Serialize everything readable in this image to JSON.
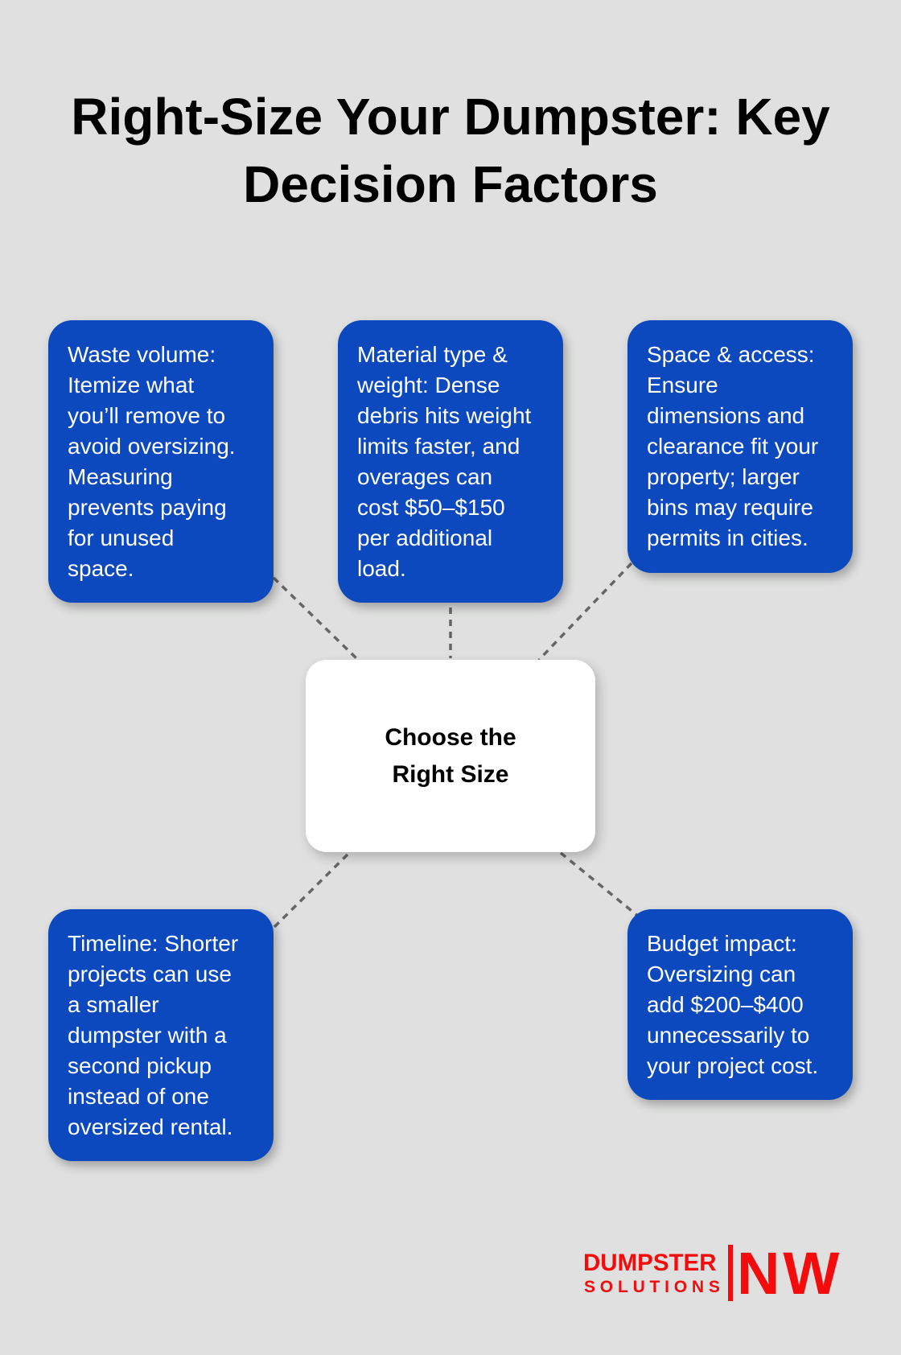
{
  "title": {
    "lines": [
      "Right-Size Your Dumpster: Key",
      "Decision Factors"
    ]
  },
  "center": {
    "lines": [
      "Choose the",
      "Right Size"
    ]
  },
  "factors": [
    {
      "name": "Waste volume",
      "lines": [
        "Waste volume:",
        "Itemize what",
        "you’ll remove to",
        "avoid oversizing.",
        "Measuring",
        "prevents paying",
        "for unused",
        "space."
      ]
    },
    {
      "name": "Material type & weight",
      "lines": [
        "Material type &",
        "weight: Dense",
        "debris hits weight",
        "limits faster, and",
        "overages can",
        "cost $50–$150",
        "per additional",
        "load."
      ]
    },
    {
      "name": "Space & access",
      "lines": [
        "Space & access:",
        "Ensure",
        "dimensions and",
        "clearance fit your",
        "property; larger",
        "bins may require",
        "permits in cities."
      ]
    },
    {
      "name": "Timeline",
      "lines": [
        "Timeline: Shorter",
        "projects can use",
        "a smaller",
        "dumpster with a",
        "second pickup",
        "instead of one",
        "oversized rental."
      ]
    },
    {
      "name": "Budget impact",
      "lines": [
        "Budget impact:",
        "Oversizing can",
        "add $200–$400",
        "unnecessarily to",
        "your project cost."
      ]
    }
  ],
  "logo": {
    "line1": "DUMPSTER",
    "line2": "SOLUTIONS",
    "mark": "NW"
  },
  "colors": {
    "background": "#dfe0df",
    "card_blue": "#0c48be",
    "center_white": "#ffffff",
    "connector": "#666666",
    "brand_red": "#f40b0b"
  }
}
